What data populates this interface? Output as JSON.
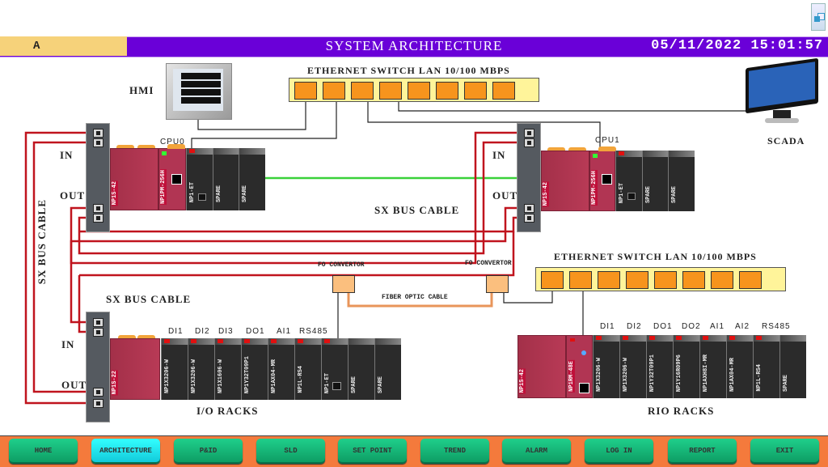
{
  "header": {
    "alarm_indicator": "A",
    "title": "SYSTEM ARCHITECTURE",
    "datetime": "05/11/2022 15:01:57",
    "window_icon": "restore-window-icon"
  },
  "devices": {
    "hmi_label": "HMI",
    "scada_label": "SCADA",
    "switch_top_label": "ETHERNET SWITCH LAN 10/100 MBPS",
    "switch_rio_label": "ETHERNET SWITCH LAN 10/100 MBPS",
    "fo_convertor_left": "FO CONVERTOR",
    "fo_convertor_right": "FO CONVERTOR",
    "fiber_optic_cable": "FIBER OPTIC CABLE",
    "sx_bus_cable_vertical": "SX BUS CABLE",
    "sx_bus_cable_middle": "SX BUS CABLE",
    "sx_bus_cable_lower": "SX BUS CABLE"
  },
  "cpu0_rack": {
    "cpu_label": "CPU0",
    "in_label": "IN",
    "out_label": "OUT",
    "power_module": "NP1S-42",
    "cpu_module": "NP1PM-256H",
    "modules": [
      "NP1-ET",
      "SPARE",
      "SPARE"
    ]
  },
  "cpu1_rack": {
    "cpu_label": "CPU1",
    "in_label": "IN",
    "out_label": "OUT",
    "power_module": "NP1S-42",
    "cpu_module": "NP1PM-256H",
    "modules": [
      "NP1-ET",
      "SPARE",
      "SPARE"
    ]
  },
  "io_rack": {
    "title": "I/O RACKS",
    "in_label": "IN",
    "out_label": "OUT",
    "power_module": "NP1S-22",
    "slot_labels": [
      "DI1",
      "DI2",
      "DI3",
      "DO1",
      "AI1",
      "RS485"
    ],
    "modules": [
      "NP1X3206-W",
      "NP1X3206-W",
      "NP1X1606-W",
      "NP1Y32T09P1",
      "NP1AX04-MR",
      "NP1L-RS4",
      "NP1-ET",
      "SPARE",
      "SPARE"
    ]
  },
  "rio_rack": {
    "title": "RIO RACKS",
    "power_module": "NP1S-42",
    "rio_module": "NP1RM-48E",
    "slot_labels": [
      "DI1",
      "DI2",
      "DO1",
      "DO2",
      "AI1",
      "AI2",
      "RS485"
    ],
    "modules": [
      "NP1X3206-W",
      "NP1X3206-W",
      "NP1Y32T09P1",
      "NP1Y16R09P6",
      "NP1AXH8I-MR",
      "NP1AX04-MR",
      "NP1L-RS4",
      "SPARE"
    ]
  },
  "nav": {
    "active": "ARCHITECTURE",
    "buttons": [
      "HOME",
      "ARCHITECTURE",
      "P&ID",
      "SLD",
      "SET POINT",
      "TREND",
      "ALARM",
      "LOG IN",
      "REPORT",
      "EXIT"
    ]
  },
  "colors": {
    "title_bar": "#6a00d8",
    "alarm_box": "#f6d27a",
    "nav_bar": "#f47a3c",
    "nav_button": "#14b877",
    "nav_button_active": "#22e4f0",
    "sx_bus_cable": "#c0141e",
    "sync_cable": "#3ad13a",
    "fiber_cable": "#e8955a",
    "switch_port": "#f7941d",
    "switch_body": "#fff49a"
  }
}
